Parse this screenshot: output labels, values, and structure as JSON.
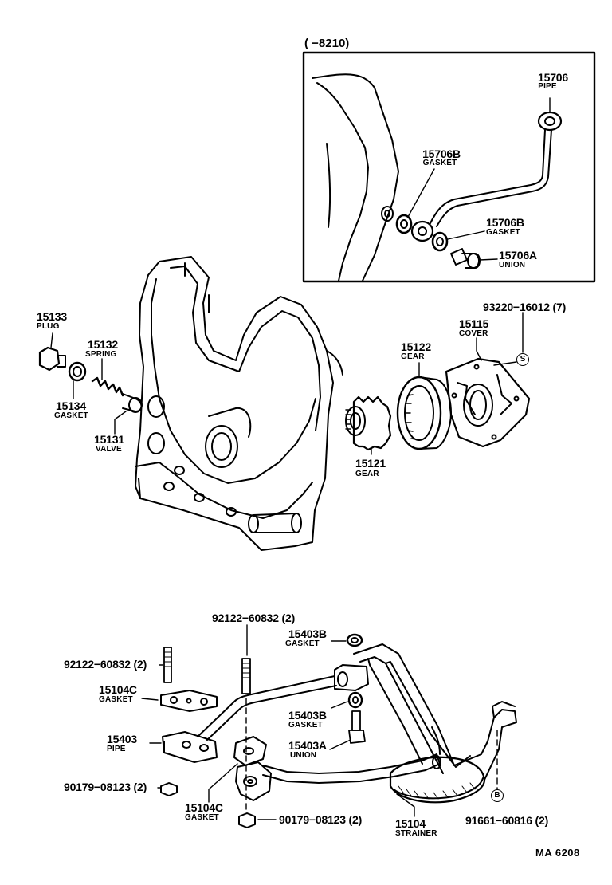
{
  "inset": {
    "title": "(      −8210)"
  },
  "drawing_code": "MA  6208",
  "callouts": {
    "p15706": {
      "number": "15706",
      "name": "PIPE"
    },
    "p15706b1": {
      "number": "15706B",
      "name": "GASKET"
    },
    "p15706b2": {
      "number": "15706B",
      "name": "GASKET"
    },
    "p15706a": {
      "number": "15706A",
      "name": "UNION"
    },
    "p15133": {
      "number": "15133",
      "name": "PLUG"
    },
    "p15132": {
      "number": "15132",
      "name": "SPRING"
    },
    "p15134": {
      "number": "15134",
      "name": "GASKET"
    },
    "p15131": {
      "number": "15131",
      "name": "VALVE"
    },
    "p93220": {
      "number": "93220−16012 (7)"
    },
    "p15115": {
      "number": "15115",
      "name": "COVER"
    },
    "p15122": {
      "number": "15122",
      "name": "GEAR"
    },
    "p15121": {
      "number": "15121",
      "name": "GEAR"
    },
    "p92122a": {
      "number": "92122−60832 (2)"
    },
    "p92122b": {
      "number": "92122−60832 (2)"
    },
    "p15403b1": {
      "number": "15403B",
      "name": "GASKET"
    },
    "p15104c1": {
      "number": "15104C",
      "name": "GASKET"
    },
    "p15403b2": {
      "number": "15403B",
      "name": "GASKET"
    },
    "p15403": {
      "number": "15403",
      "name": "PIPE"
    },
    "p15403a": {
      "number": "15403A",
      "name": "UNION"
    },
    "p90179a": {
      "number": "90179−08123 (2)"
    },
    "p15104c2": {
      "number": "15104C",
      "name": "GASKET"
    },
    "p90179b": {
      "number": "90179−08123 (2)"
    },
    "p15104": {
      "number": "15104",
      "name": "STRAINER"
    },
    "p91661": {
      "number": "91661−60816 (2)"
    }
  },
  "markers": {
    "s": "S",
    "b": "B"
  }
}
